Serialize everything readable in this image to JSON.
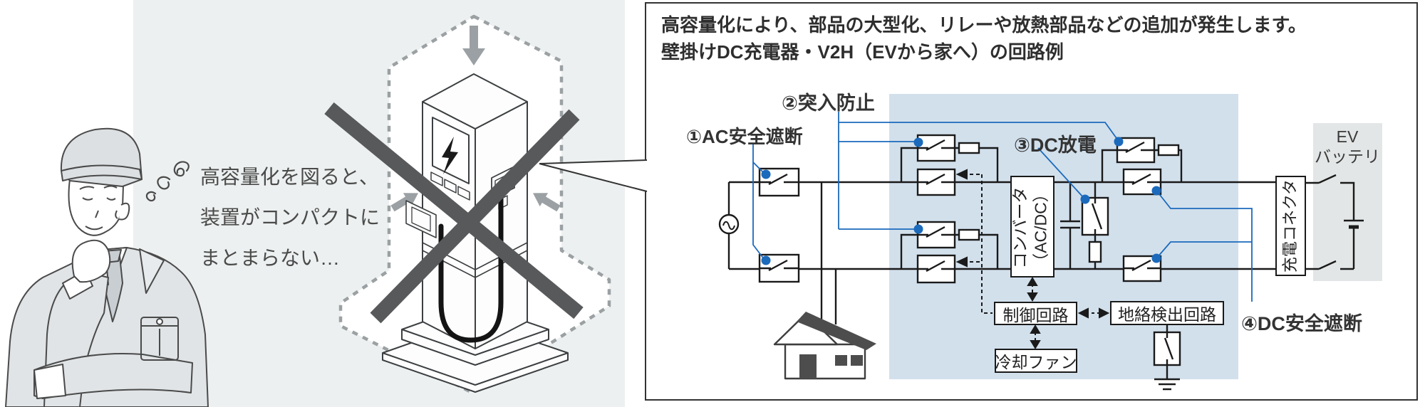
{
  "left_scene": {
    "thought_lines": [
      "高容量化を図ると、",
      "装置がコンパクトに",
      "まとまらない…"
    ]
  },
  "panel": {
    "title_line1": "高容量化により、部品の大型化、リレーや放熱部品などの追加が発生します。",
    "title_line2": "壁掛けDC充電器・V2H（EVから家へ）の回路例"
  },
  "circuit": {
    "callout1": "①AC安全遮断",
    "callout2": "②突入防止",
    "callout3": "③DC放電",
    "callout4": "④DC安全遮断",
    "converter_line1": "コンバータ",
    "converter_line2": "（AC/DC）",
    "control_box": "制御回路",
    "ground_fault_box": "地絡検出回路",
    "fan_box": "冷却ファン",
    "connector_box": "充電コネクタ",
    "ev_battery_line1": "EV",
    "ev_battery_line2": "バッテリ"
  },
  "colors": {
    "accent_blue": "#1b6abc",
    "highlight_shade": "#d2e0ec",
    "battery_shade": "#e3e6e6",
    "cross_gray": "#57595b"
  }
}
